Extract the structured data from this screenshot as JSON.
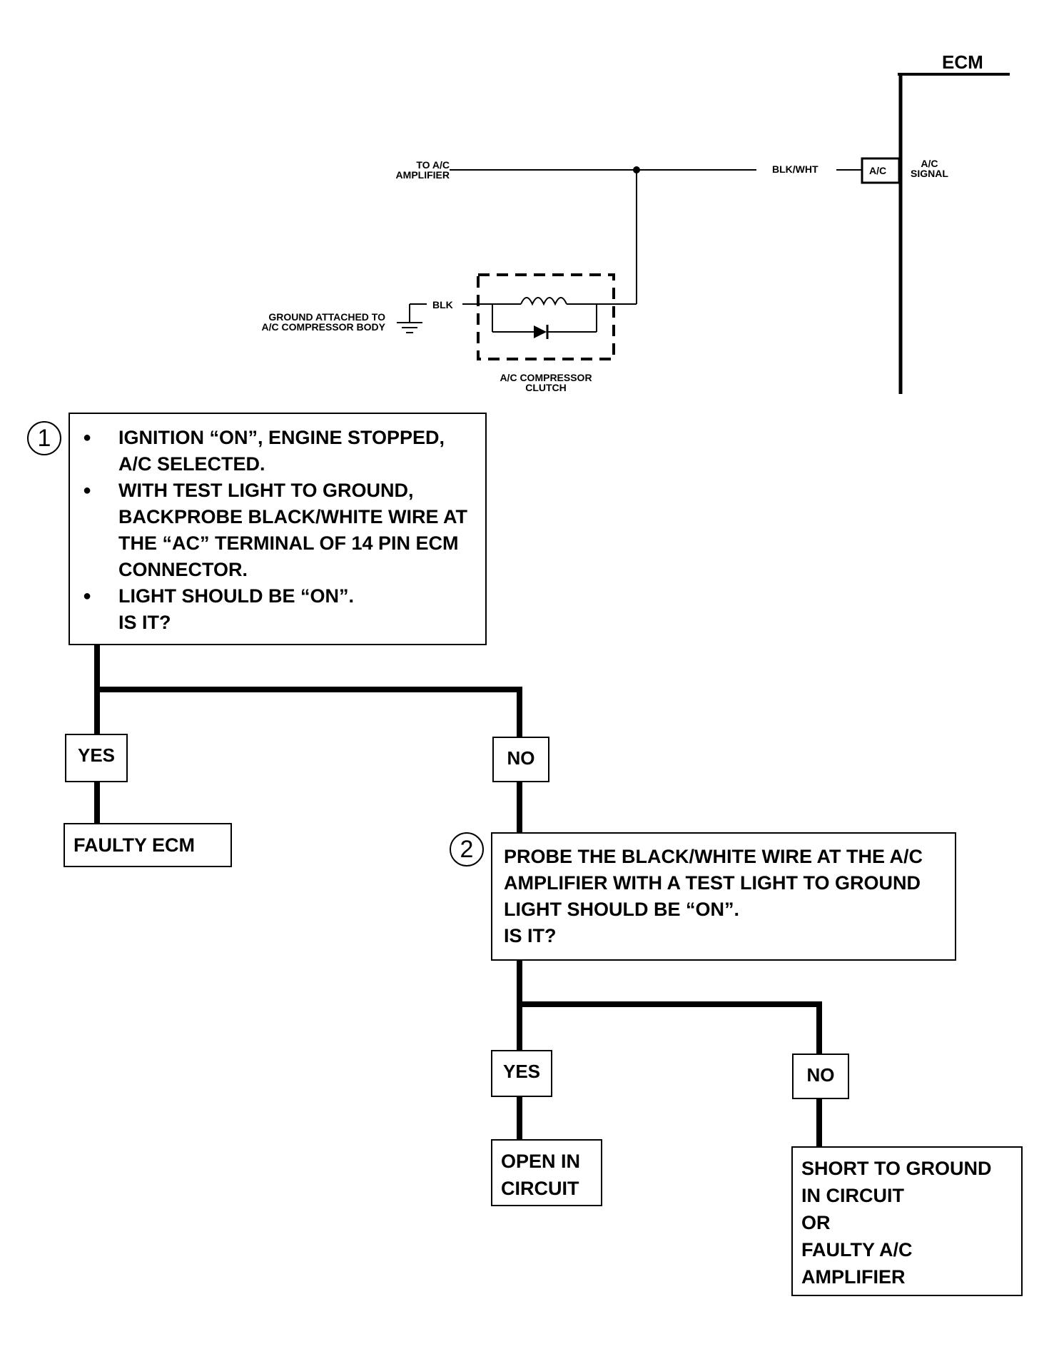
{
  "schematic": {
    "ecm_label": "ECM",
    "to_amplifier_label": "TO A/C\nAMPLIFIER",
    "wire_blkwht_label": "BLK/WHT",
    "ac_terminal_label": "A/C",
    "ac_signal_label": "A/C\nSIGNAL",
    "ground_label": "GROUND ATTACHED TO\nA/C COMPRESSOR BODY",
    "wire_blk_label": "BLK",
    "clutch_label": "A/C COMPRESSOR\nCLUTCH"
  },
  "step1": {
    "number": "1",
    "bullets": [
      "IGNITION “ON”,  ENGINE STOPPED,\nA/C SELECTED.",
      "WITH TEST LIGHT TO GROUND,\nBACKPROBE BLACK/WHITE WIRE AT\nTHE “AC” TERMINAL OF 14 PIN ECM\nCONNECTOR.",
      "LIGHT SHOULD BE “ON”.\nIS IT?"
    ],
    "yes_label": "YES",
    "no_label": "NO",
    "yes_result": "FAULTY ECM"
  },
  "step2": {
    "number": "2",
    "text": "PROBE THE BLACK/WHITE WIRE AT THE A/C\nAMPLIFIER WITH A TEST LIGHT TO GROUND\nLIGHT SHOULD BE “ON”.\nIS IT?",
    "yes_label": "YES",
    "no_label": "NO",
    "yes_result": "OPEN IN\nCIRCUIT",
    "no_result": "SHORT TO GROUND\nIN CIRCUIT\nOR\nFAULTY A/C\nAMPLIFIER"
  }
}
